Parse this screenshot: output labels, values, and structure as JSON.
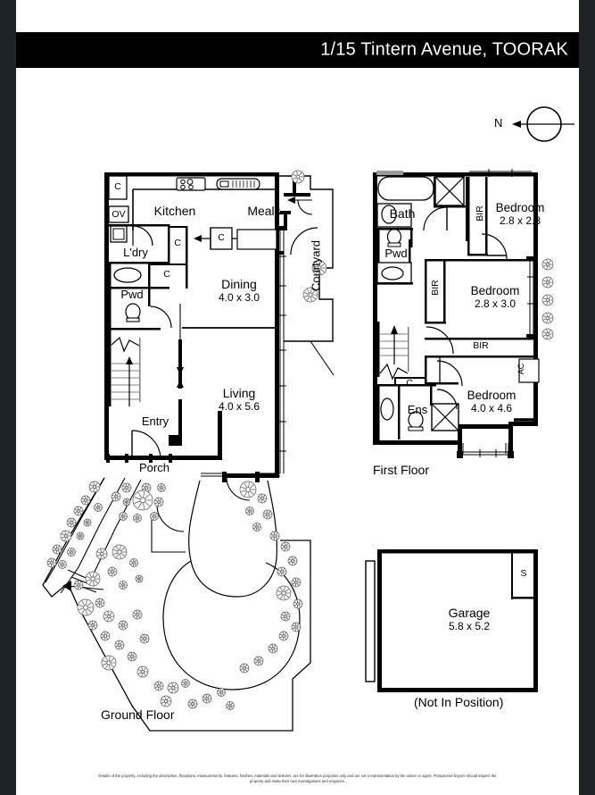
{
  "document": {
    "title": "1/15 Tintern Avenue, TOORAK",
    "type": "real-estate-floorplan",
    "page_background": "#ffffff",
    "frame_color": "#1e2328",
    "titlebar_background": "#000000",
    "titlebar_text_color": "#ffffff"
  },
  "compass": {
    "label": "N",
    "direction": "left",
    "icon": "compass-north-icon"
  },
  "sections": [
    {
      "key": "ground",
      "label": "Ground Floor"
    },
    {
      "key": "first",
      "label": "First Floor"
    },
    {
      "key": "garage",
      "label": "Garage",
      "note": "(Not In Position)"
    }
  ],
  "ground_floor": {
    "label": "Ground Floor",
    "rooms": [
      {
        "name": "Kitchen",
        "dim": ""
      },
      {
        "name": "Meals",
        "dim": ""
      },
      {
        "name": "Dining",
        "dim": "4.0 x 3.0"
      },
      {
        "name": "Living",
        "dim": "4.0 x 5.6"
      },
      {
        "name": "Entry",
        "dim": ""
      },
      {
        "name": "Porch",
        "dim": ""
      },
      {
        "name": "L'dry",
        "dim": ""
      },
      {
        "name": "Pwd",
        "dim": ""
      },
      {
        "name": "Courtyard",
        "dim": ""
      }
    ],
    "annotations": [
      {
        "text": "C",
        "meaning": "cupboard"
      },
      {
        "text": "OV",
        "meaning": "oven"
      },
      {
        "text": "C",
        "meaning": "cupboard"
      },
      {
        "text": "C",
        "meaning": "cupboard"
      },
      {
        "text": "C",
        "meaning": "cupboard"
      }
    ]
  },
  "first_floor": {
    "label": "First Floor",
    "rooms": [
      {
        "name": "Bath",
        "dim": ""
      },
      {
        "name": "Pwd",
        "dim": ""
      },
      {
        "name": "Bedroom",
        "dim": "2.8 x 2.8"
      },
      {
        "name": "Bedroom",
        "dim": "2.8 x 3.0"
      },
      {
        "name": "Bedroom",
        "dim": "4.0 x 4.6"
      },
      {
        "name": "Ens",
        "dim": ""
      }
    ],
    "annotations": [
      {
        "text": "BIR",
        "meaning": "built-in-robe"
      },
      {
        "text": "BIR",
        "meaning": "built-in-robe"
      },
      {
        "text": "BIR",
        "meaning": "built-in-robe"
      },
      {
        "text": "AC",
        "meaning": "air-conditioner"
      },
      {
        "text": "C",
        "meaning": "cupboard"
      }
    ]
  },
  "garage": {
    "label": "Garage",
    "dim": "5.8 x 5.2",
    "store_label": "S",
    "note": "(Not In Position)"
  },
  "footer": {
    "line1": "Details of the property, including the description, floorplans, measurements, features, finishes, materials and textures, are for illustration purposes only and are not a representation by the owner or agent.  Prospective buyers should inspect the",
    "line2": "property and make their own investigations and enquiries."
  }
}
